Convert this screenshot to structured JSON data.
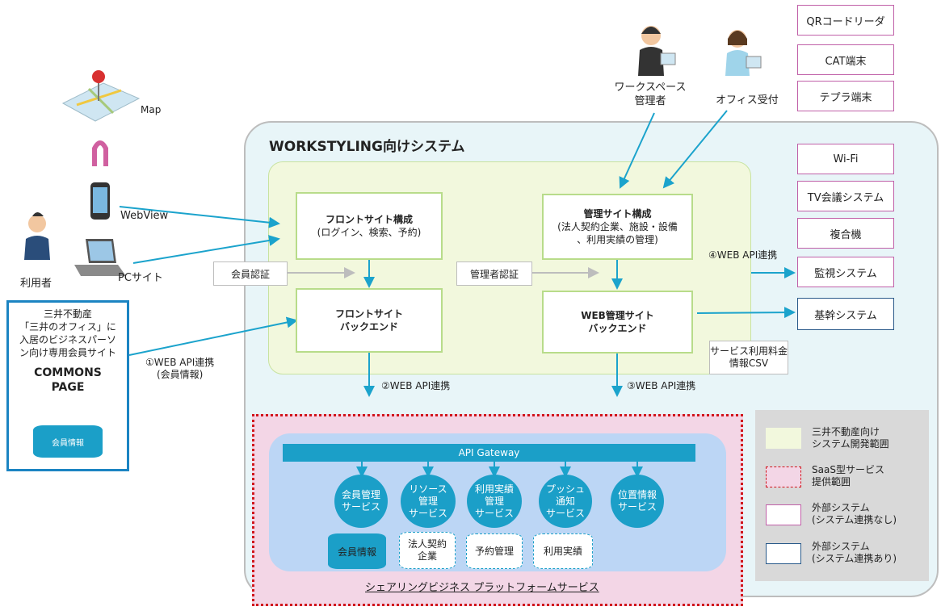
{
  "system_title": "WORKSTYLING向けシステム",
  "front_site": {
    "title": "フロントサイト構成",
    "subtitle": "(ログイン、検索、予約)"
  },
  "admin_site": {
    "title": "管理サイト構成",
    "subtitle": "(法人契約企業、施設・設備\n、利用実績の管理)"
  },
  "front_backend": "フロントサイト\nバックエンド",
  "web_backend": "WEB管理サイト\nバックエンド",
  "member_auth": "会員認証",
  "admin_auth": "管理者認証",
  "map_label": "Map",
  "webview_label": "WebView",
  "pc_label": "PCサイト",
  "user_label": "利用者",
  "ws_admin_label": "ワークスペース\n管理者",
  "office_label": "オフィス受付",
  "commons": {
    "desc": "三井不動産\n「三井のオフィス」に\n入居のビジネスパーソ\nン向け専用会員サイト",
    "title": "COMMONS\nPAGE",
    "db": "会員情報"
  },
  "api1": "①WEB API連携\n(会員情報)",
  "api2": "②WEB API連携",
  "api3": "③WEB API連携",
  "api4": "④WEB API連携",
  "csv_label": "サービス利用料金\n情報CSV",
  "ext_top": [
    "QRコードリーダ",
    "CAT端末",
    "テプラ端末"
  ],
  "ext_side": [
    "Wi-Fi",
    "TV会議システム",
    "複合機",
    "監視システム"
  ],
  "kikan": "基幹システム",
  "gateway": "API Gateway",
  "services": [
    "会員管理\nサービス",
    "リソース\n管理\nサービス",
    "利用実績\n管理\nサービス",
    "プッシュ\n通知\nサービス",
    "位置情報\nサービス"
  ],
  "stores": [
    "会員情報",
    "法人契約\n企業",
    "予約管理",
    "利用実績"
  ],
  "platform_label": "シェアリングビジネス プラットフォームサービス",
  "legend": [
    {
      "label": "三井不動産向け\nシステム開発範囲"
    },
    {
      "label": "SaaS型サービス\n提供範囲"
    },
    {
      "label": "外部システム\n(システム連携なし)"
    },
    {
      "label": "外部システム\n(システム連携あり)"
    }
  ],
  "colors": {
    "arrow": "#1ba3cc",
    "system_bg": "#e8f5f8",
    "dev_range": "#f2f8dd",
    "saas_bg": "#f3d6e6",
    "gateway": "#1b9fc8",
    "ext_border": "#c060a8",
    "link_border": "#2a5a8a"
  }
}
